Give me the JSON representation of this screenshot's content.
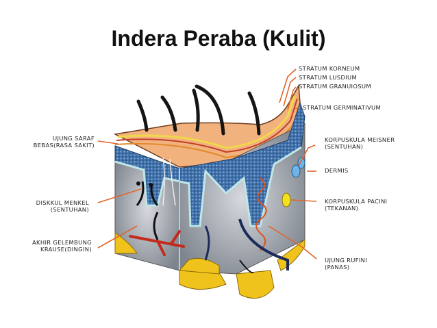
{
  "title": "Indera Peraba (Kulit)",
  "labels": {
    "stratum_korneum": "STRATUM KORNEUM",
    "stratum_lusdium": "STRATUM LUSDIUM",
    "stratum_granuiosum": "STRATUM GRANUIOSUM",
    "stratum_germinativum": "STRATUM GERMINATIVUM",
    "korpuskula_meisner": [
      "KORPUSKULA MEISNER",
      "(SENTUHAN)"
    ],
    "dermis": "DERMIS",
    "korpuskula_pacini": [
      "KORPUSKULA PACINI",
      "(TEKANAN)"
    ],
    "ujung_rufini": [
      "UJUNG RUFINI",
      "(PANAS)"
    ],
    "ujung_saraf": [
      "UJUNG SARAF",
      "BEBAS(RASA SAKIT)"
    ],
    "diskkul_menkel": [
      "DISKKUL MENKEL",
      "(SENTUHAN)"
    ],
    "akhir_gelembung": [
      "AKHIR GELEMBUNG",
      "KRAUSE(DINGIN)"
    ]
  },
  "colors": {
    "pointer": "#e0662a",
    "epidermis_top": "#f2b27e",
    "germinativum": "#3c6fa8",
    "dermis": "#9aa0a8",
    "fat": "#f0c21c"
  }
}
